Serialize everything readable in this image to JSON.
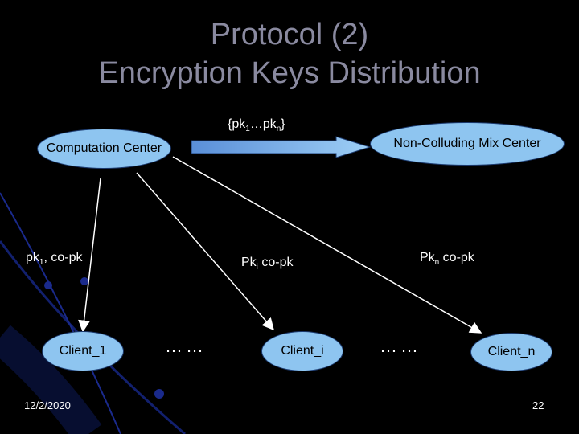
{
  "slide": {
    "title_line1": "Protocol (2)",
    "title_line2": "Encryption Keys Distribution",
    "date": "12/2/2020",
    "page_number": "22"
  },
  "nodes": {
    "computation_center": "Computation Center",
    "mix_center": "Non-Colluding Mix Center",
    "client_1": "Client_1",
    "client_i": "Client_i",
    "client_n": "Client_n"
  },
  "labels": {
    "top_arrow": {
      "open": "{pk",
      "sub1": "1",
      "mid": "…pk",
      "subn": "n",
      "close": "}"
    },
    "client1_keys": {
      "pre": "pk",
      "sub": "1",
      "post": ", co-pk"
    },
    "clienti_keys": {
      "pre": "Pk",
      "sub": "i",
      "post": " co-pk"
    },
    "clientn_keys": {
      "pre": "Pk",
      "sub": "n",
      "post": " co-pk"
    },
    "ellipsis_left": "……",
    "ellipsis_right": "……"
  },
  "colors": {
    "background": "#000000",
    "title": "#8a8aa0",
    "node_fill": "#8ec5f0",
    "arrow": "#ffffff",
    "accent_arc": "#1a2a8c"
  }
}
